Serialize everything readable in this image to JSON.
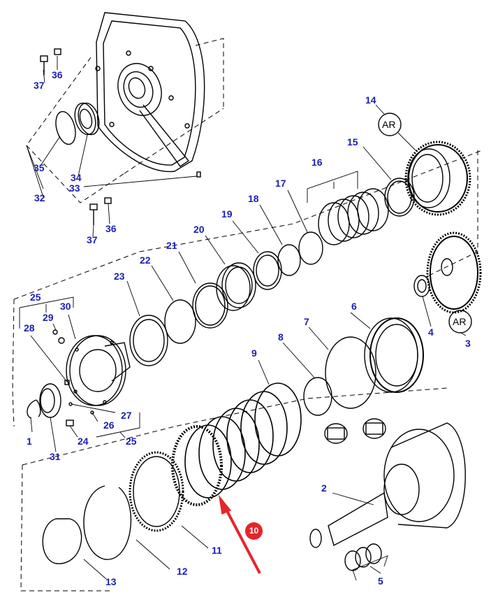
{
  "labels": {
    "p1": "1",
    "p2": "2",
    "p3": "3",
    "p4": "4",
    "p5": "5",
    "p6": "6",
    "p7": "7",
    "p8": "8",
    "p9": "9",
    "p11": "11",
    "p12": "12",
    "p13": "13",
    "p14": "14",
    "p15": "15",
    "p16": "16",
    "p17": "17",
    "p18": "18",
    "p19": "19",
    "p20": "20",
    "p21": "21",
    "p22": "22",
    "p23": "23",
    "p24": "24",
    "p25a": "25",
    "p25b": "25",
    "p26": "26",
    "p27": "27",
    "p28": "28",
    "p29": "29",
    "p30": "30",
    "p31": "31",
    "p32": "32",
    "p33": "33",
    "p34": "34",
    "p35": "35",
    "p36a": "36",
    "p36b": "36",
    "p37a": "37",
    "p37b": "37"
  },
  "ar_tags": {
    "top": "AR",
    "right": "AR"
  },
  "highlight": {
    "number": "10",
    "color": "#e3262b"
  },
  "colors": {
    "label": "#1a1fb5",
    "line": "#000000"
  }
}
